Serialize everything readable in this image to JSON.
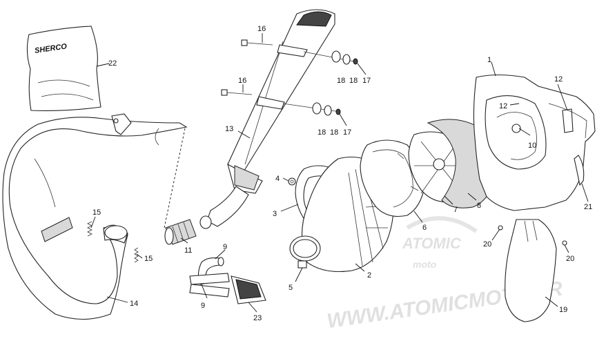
{
  "bag_brand": "SHERCO",
  "watermark": {
    "logo_text": "ATOMIC",
    "logo_sub": "moto",
    "url": "WWW.ATOMICMOTO.FR"
  },
  "callouts": [
    {
      "id": "c1",
      "label": "1"
    },
    {
      "id": "c2",
      "label": "2"
    },
    {
      "id": "c3",
      "label": "3"
    },
    {
      "id": "c4",
      "label": "4"
    },
    {
      "id": "c5",
      "label": "5"
    },
    {
      "id": "c6",
      "label": "6"
    },
    {
      "id": "c7",
      "label": "7"
    },
    {
      "id": "c8",
      "label": "8"
    },
    {
      "id": "c9a",
      "label": "9"
    },
    {
      "id": "c9b",
      "label": "9"
    },
    {
      "id": "c10",
      "label": "10"
    },
    {
      "id": "c11",
      "label": "11"
    },
    {
      "id": "c12a",
      "label": "12"
    },
    {
      "id": "c12b",
      "label": "12"
    },
    {
      "id": "c13",
      "label": "13"
    },
    {
      "id": "c14",
      "label": "14"
    },
    {
      "id": "c15a",
      "label": "15"
    },
    {
      "id": "c15b",
      "label": "15"
    },
    {
      "id": "c16a",
      "label": "16"
    },
    {
      "id": "c16b",
      "label": "16"
    },
    {
      "id": "c17a",
      "label": "17"
    },
    {
      "id": "c17b",
      "label": "17"
    },
    {
      "id": "c18a",
      "label": "18"
    },
    {
      "id": "c18b",
      "label": "18"
    },
    {
      "id": "c18c",
      "label": "18"
    },
    {
      "id": "c18d",
      "label": "18"
    },
    {
      "id": "c19",
      "label": "19"
    },
    {
      "id": "c20a",
      "label": "20"
    },
    {
      "id": "c20b",
      "label": "20"
    },
    {
      "id": "c21",
      "label": "21"
    },
    {
      "id": "c22",
      "label": "22"
    },
    {
      "id": "c23",
      "label": "23"
    }
  ]
}
